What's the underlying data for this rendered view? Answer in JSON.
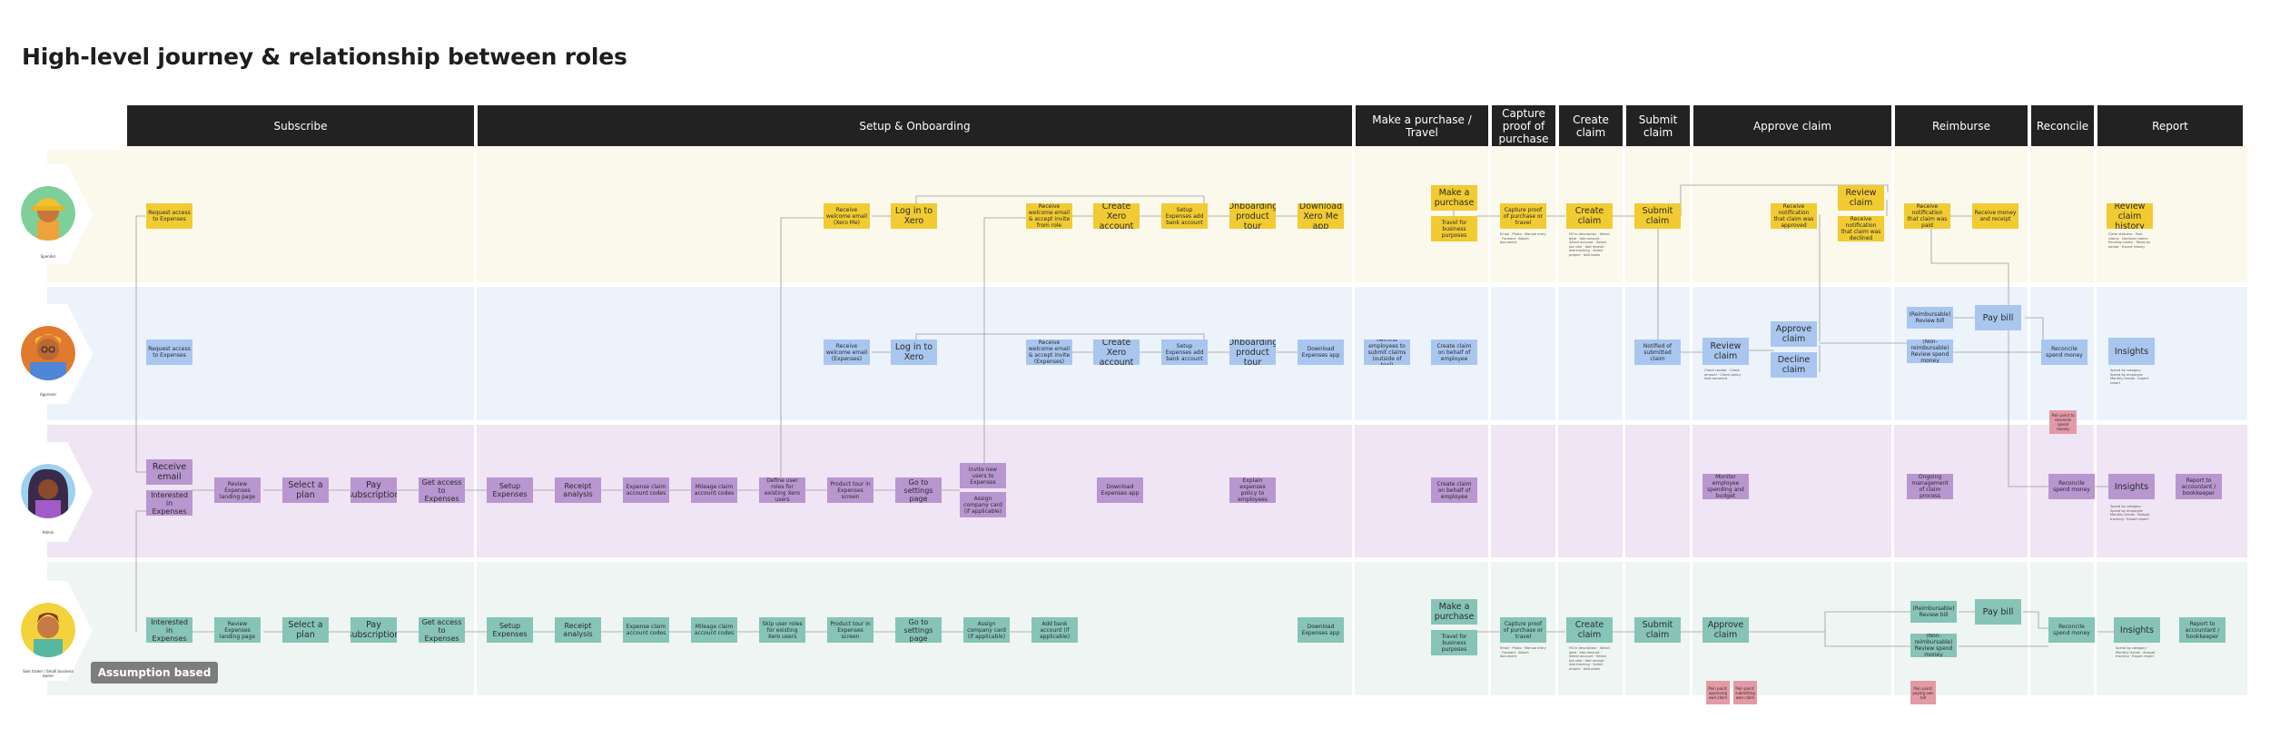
{
  "title": "High-level journey & relationship between roles",
  "assumption_badge": "Assumption based",
  "phases": [
    {
      "label": "Subscribe"
    },
    {
      "label": "Setup & Onboarding"
    },
    {
      "label": "Make a purchase / Travel"
    },
    {
      "label": "Capture proof of purchase"
    },
    {
      "label": "Create claim"
    },
    {
      "label": "Submit claim"
    },
    {
      "label": "Approve claim"
    },
    {
      "label": "Reimburse"
    },
    {
      "label": "Reconcile"
    },
    {
      "label": "Report"
    }
  ],
  "roles": [
    {
      "label": "Spender",
      "lane_color": "#fbf8ec"
    },
    {
      "label": "Approver",
      "lane_color": "#edf3fb"
    },
    {
      "label": "Admin",
      "lane_color": "#f0e5f4"
    },
    {
      "label": "Sole trader / Small business owner",
      "lane_color": "#eff5f2"
    }
  ],
  "stickies": {
    "sp": [
      {
        "text": "Request access to Expenses"
      },
      {
        "text": "Receive welcome email (Xero Me)"
      },
      {
        "text": "Log in to Xero"
      },
      {
        "text": "Receive welcome email & accept invite from role"
      },
      {
        "text": "Create Xero account"
      },
      {
        "text": "Setup Expenses add bank account"
      },
      {
        "text": "Onboarding product tour"
      },
      {
        "text": "Download Xero Me app"
      },
      {
        "text": "Make a purchase"
      },
      {
        "text": "Travel for business purposes"
      },
      {
        "text": "Capture proof of purchase or travel"
      },
      {
        "text": "Create claim"
      },
      {
        "text": "Submit claim"
      },
      {
        "text": "Receive notification that claim was approved"
      },
      {
        "text": "Review claim"
      },
      {
        "text": "Receive notification that claim was declined"
      },
      {
        "text": "Receive notification that claim was paid"
      },
      {
        "text": "Receive money and receipt"
      },
      {
        "text": "Review claim history"
      }
    ],
    "ap": [
      {
        "text": "Request access to Expenses"
      },
      {
        "text": "Receive welcome email (Expenses)"
      },
      {
        "text": "Log in to Xero"
      },
      {
        "text": "Receive welcome email & accept invite (Expenses)"
      },
      {
        "text": "Create Xero account"
      },
      {
        "text": "Setup Expenses add bank account"
      },
      {
        "text": "Onboarding product tour"
      },
      {
        "text": "Download Expenses app"
      },
      {
        "text": "Remind employees to submit claims (outside of tool)"
      },
      {
        "text": "Create claim on behalf of employee"
      },
      {
        "text": "Notified of submitted claim"
      },
      {
        "text": "Review claim"
      },
      {
        "text": "Approve claim"
      },
      {
        "text": "Decline claim"
      },
      {
        "text": "(Reimbursable) Review bill"
      },
      {
        "text": "(Non-reimbursable) Review spend money"
      },
      {
        "text": "Pay bill"
      },
      {
        "text": "Reconcile spend money"
      },
      {
        "text": "Insights"
      }
    ],
    "ad": [
      {
        "text": "Receive email"
      },
      {
        "text": "Interested in Expenses"
      },
      {
        "text": "Review Expenses landing page"
      },
      {
        "text": "Select a plan"
      },
      {
        "text": "Pay subscription"
      },
      {
        "text": "Get access to Expenses"
      },
      {
        "text": "Setup Expenses"
      },
      {
        "text": "Receipt analysis"
      },
      {
        "text": "Expense claim account codes"
      },
      {
        "text": "Mileage claim account codes"
      },
      {
        "text": "Define user roles for existing Xero users"
      },
      {
        "text": "Product tour in Expenses screen"
      },
      {
        "text": "Go to settings page"
      },
      {
        "text": "Invite new users to Expenses"
      },
      {
        "text": "Assign company card (if applicable)"
      },
      {
        "text": "Download Expenses app"
      },
      {
        "text": "Explain expenses policy to employees"
      },
      {
        "text": "Create claim on behalf of employee"
      },
      {
        "text": "Monitor employee spending and budget"
      },
      {
        "text": "Ongoing management of claim process"
      },
      {
        "text": "Reconcile spend money"
      },
      {
        "text": "Insights"
      },
      {
        "text": "Report to accountant / bookkeeper"
      },
      {
        "text": "Pain point to reconcile spend money"
      }
    ],
    "so": [
      {
        "text": "Interested in Expenses"
      },
      {
        "text": "Review Expenses landing page"
      },
      {
        "text": "Select a plan"
      },
      {
        "text": "Pay subscription"
      },
      {
        "text": "Get access to Expenses"
      },
      {
        "text": "Setup Expenses"
      },
      {
        "text": "Receipt analysis"
      },
      {
        "text": "Expense claim account codes"
      },
      {
        "text": "Mileage claim account codes"
      },
      {
        "text": "Skip user roles for existing Xero users"
      },
      {
        "text": "Product tour in Expenses screen"
      },
      {
        "text": "Go to settings page"
      },
      {
        "text": "Assign company card (if applicable)"
      },
      {
        "text": "Add bank account (if applicable)"
      },
      {
        "text": "Download Expenses app"
      },
      {
        "text": "Make a purchase"
      },
      {
        "text": "Travel for business purposes"
      },
      {
        "text": "Capture proof of purchase or travel"
      },
      {
        "text": "Create claim"
      },
      {
        "text": "Submit claim"
      },
      {
        "text": "Approve claim"
      },
      {
        "text": "(Reimbursable) Review bill"
      },
      {
        "text": "(Non-reimbursable) Review spend money"
      },
      {
        "text": "Pay bill"
      },
      {
        "text": "Reconcile spend money"
      },
      {
        "text": "Insights"
      },
      {
        "text": "Report to accountant / bookkeeper"
      },
      {
        "text": "Pain point: approving own claim"
      },
      {
        "text": "Pain point: submitting own claim"
      },
      {
        "text": "Pain point: paying own bill"
      }
    ]
  },
  "notes": {
    "sp_capture": "Email · Photo · Manual entry · Forward · Attach document",
    "sp_create": "Fill in description · Select date · Add amount · Select account · Select tax rate · Add receipt · Add tracking · Select project · Add notes",
    "sp_history": "Claim statuses · Paid claims · Declined claims · Pending claims · Totals by period · Export history",
    "ap_review": "Check receipt · Check amount · Check policy · Add comment",
    "ap_insights": "Spend by category · Spend by employee · Monthly trends · Export report",
    "ad_insights": "Spend by category · Spend by employee · Monthly trends · Budget tracking · Export report",
    "so_capture": "Email · Photo · Manual entry · Forward · Attach document",
    "so_create": "Fill in description · Select date · Add amount · Select account · Select tax rate · Add receipt · Add tracking · Select project · Add notes",
    "so_insights": "Spend by category · Monthly trends · Budget tracking · Export report"
  }
}
